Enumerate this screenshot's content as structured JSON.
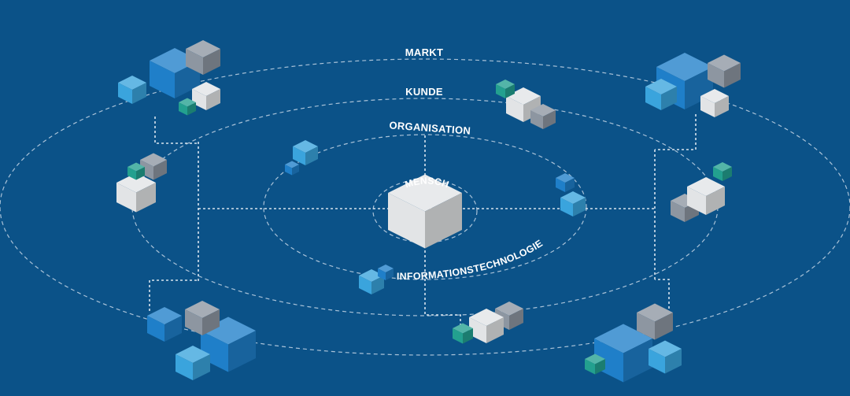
{
  "diagram": {
    "rings": {
      "markt": "MARKT",
      "kunde": "KUNDE",
      "organisation": "ORGANISATION",
      "mensch": "MENSCH",
      "informationstechnologie": "INFORMATIONSTECHNOLOGIE"
    },
    "colors": {
      "background": "#0b5288",
      "white_cube": "#e2e4e6",
      "grey_cube": "#8d96a1",
      "blue_cube": "#1f7fc9",
      "light_blue_cube": "#3aa4dd",
      "teal_cube": "#23a08f"
    },
    "icons": [
      "cube-cluster-icon",
      "cube-icon"
    ]
  }
}
